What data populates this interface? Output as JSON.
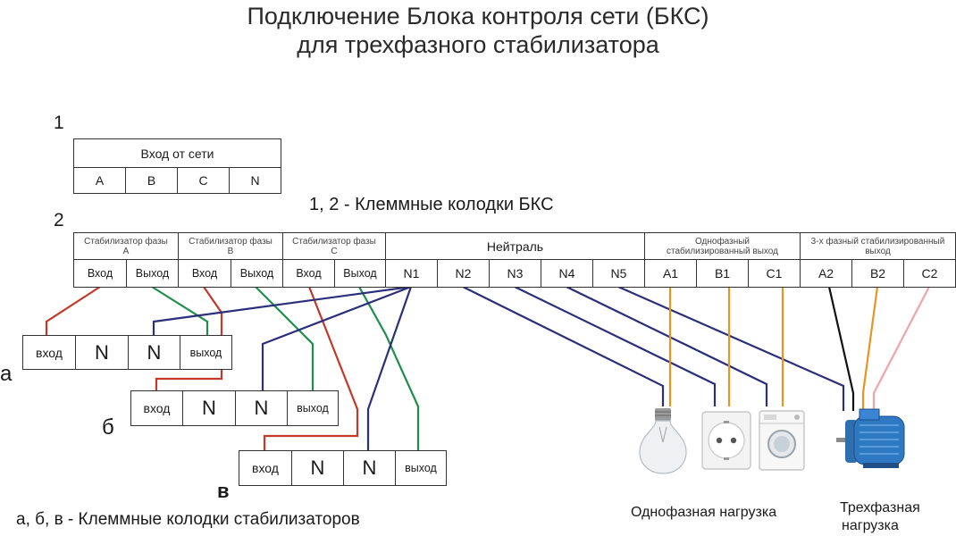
{
  "title": {
    "line1": "Подключение Блока  контроля сети (БКС)",
    "line2": "для трехфазного стабилизатора"
  },
  "block1": {
    "number": "1",
    "header": "Вход от сети",
    "terminals": [
      "A",
      "B",
      "C",
      "N"
    ]
  },
  "block2": {
    "number": "2",
    "caption": "1, 2 - Клеммные колодки БКС",
    "groups": {
      "stab_a": "Стабилизатор фазы\nА",
      "stab_b": "Стабилизатор фазы\nB",
      "stab_c": "Стабилизатор фазы\nС",
      "neutral": "Нейтраль",
      "single_out": "Однофазный\nстабилизированный выход",
      "three_out": "3-х фазный стабилизированный\nвыход"
    },
    "terminals": {
      "in": "Вход",
      "out": "Выход",
      "n1": "N1",
      "n2": "N2",
      "n3": "N3",
      "n4": "N4",
      "n5": "N5",
      "a1": "A1",
      "b1": "B1",
      "c1": "C1",
      "a2": "A2",
      "b2": "B2",
      "c2": "C2"
    }
  },
  "stabilizers": {
    "a": {
      "letter": "а",
      "in": "вход",
      "n1": "N",
      "n2": "N",
      "out": "выход"
    },
    "b": {
      "letter": "б",
      "in": "вход",
      "n1": "N",
      "n2": "N",
      "out": "выход"
    },
    "c": {
      "letter": "в",
      "in": "вход",
      "n1": "N",
      "n2": "N",
      "out": "выход"
    }
  },
  "bottom_caption": "а, б, в  - Клеммные колодки стабилизаторов",
  "loads": {
    "single_phase": "Однофазная нагрузка",
    "three_phase_line1": "Трехфазная",
    "three_phase_line2": "нагрузка"
  },
  "colors": {
    "red": "#c0392b",
    "green": "#1e8f4a",
    "navy": "#2b2f7a",
    "orange": "#e89420",
    "black": "#111111",
    "pink": "#f0a3a8"
  }
}
